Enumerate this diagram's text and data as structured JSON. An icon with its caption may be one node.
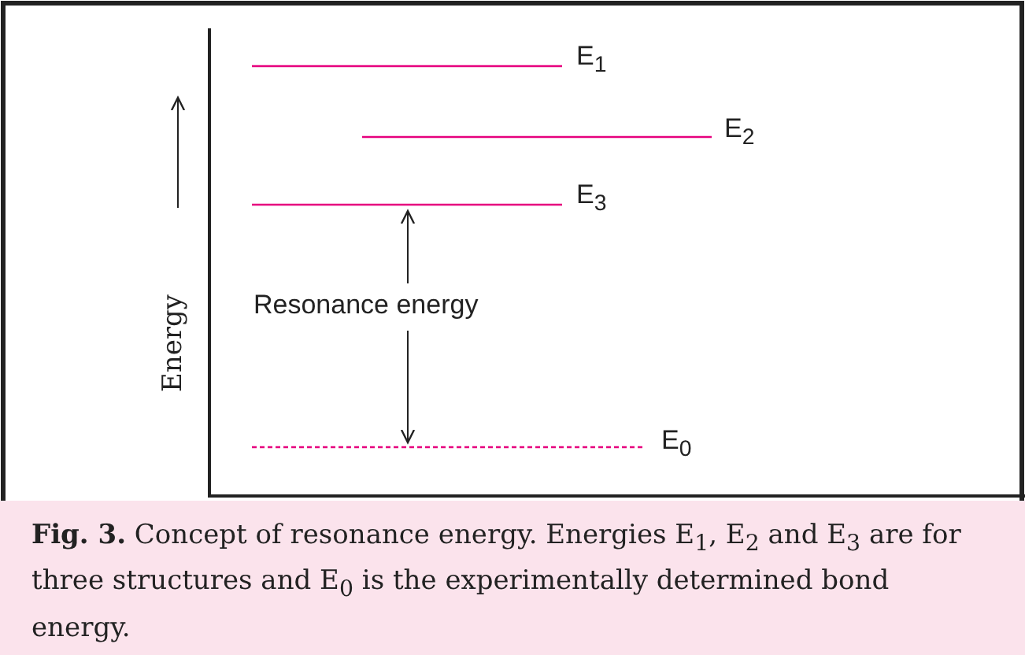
{
  "diagram": {
    "caption": "**Fig. 3.** Concept of resonance energy. Energies E$_{1}$, E$_{2}$ and E$_{3}$ are for three structures and E$_{0}$ is the experimentally determined bond energy.",
    "labels": [
      "E$_{1}$",
      "E$_{2}$",
      "E$_{3}$",
      "Resonance energy",
      "E$_{0}$",
      "Energy"
    ]
  }
}
